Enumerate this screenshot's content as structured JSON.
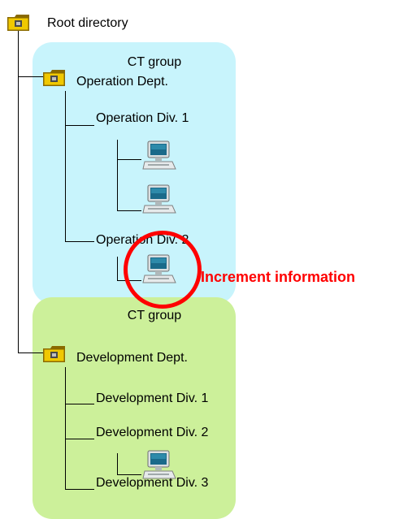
{
  "root": {
    "label": "Root directory"
  },
  "groups": [
    {
      "ct_label": "CT group",
      "dept_label": "Operation Dept.",
      "color": "#c8f4fc",
      "divisions": [
        {
          "label": "Operation Div. 1",
          "computers": 2
        },
        {
          "label": "Operation Div. 2",
          "computers": 1
        }
      ]
    },
    {
      "ct_label": "CT group",
      "dept_label": "Development Dept.",
      "color": "#ccf09a",
      "divisions": [
        {
          "label": "Development Div. 1",
          "computers": 0
        },
        {
          "label": "Development Div. 2",
          "computers": 1
        },
        {
          "label": "Development Div. 3",
          "computers": 0
        }
      ]
    }
  ],
  "callout": {
    "label": "Increment information",
    "color": "#ff0000"
  },
  "icons": {
    "folder": "folder-icon",
    "computer": "computer-icon"
  }
}
